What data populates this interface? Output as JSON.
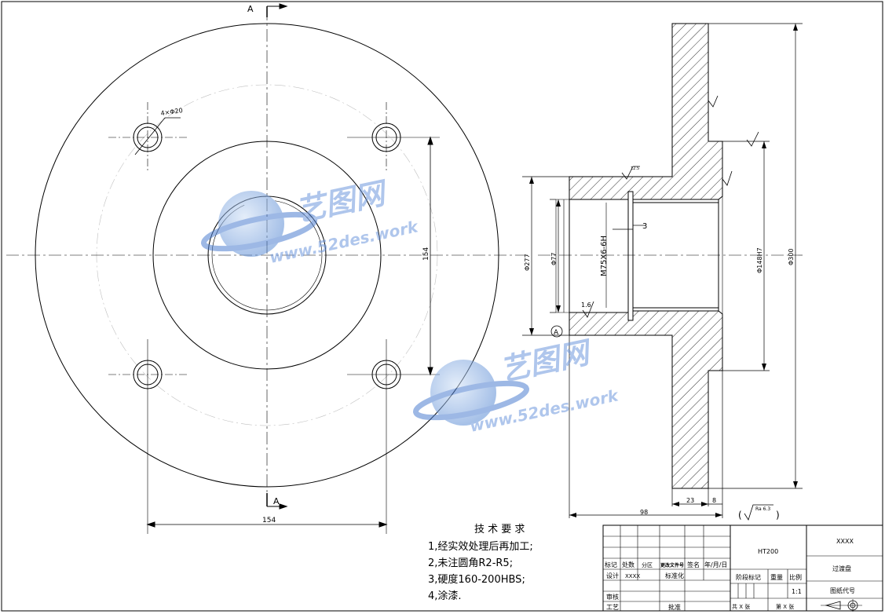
{
  "drawing": {
    "section_label_top": "A",
    "section_label_bottom": "A",
    "hole_note": "4×Φ20",
    "front_dim_vertical": "154",
    "front_dim_horizontal": "154",
    "datum_symbol": "A",
    "dim_d277_outer": "Φ277",
    "dim_d77": "Φ77",
    "thread": "M75X6-6H",
    "dim_3": "3",
    "dim_d148h7": "Φ148H7",
    "dim_d300": "Φ300",
    "dim_98": "98",
    "dim_23": "23",
    "dim_8": "8",
    "rough_16": "1.6",
    "rough_top": "12.5",
    "rough_general": "Ra 6.3",
    "paren_open": "(",
    "paren_close": ")"
  },
  "tech_requirements": {
    "title": "技 术 要 求",
    "items": [
      "1,经实效处理后再加工;",
      "2,未注圆角R2-R5;",
      "3,硬度160-200HBS;",
      "4,涂漆."
    ]
  },
  "title_block": {
    "material": "HT200",
    "code_top": "XXXX",
    "part_name": "过渡盘",
    "drawing_code_label": "图纸代号",
    "scale_value": "1:1",
    "col_mark": "标记",
    "col_count": "处数",
    "col_zone": "分区",
    "col_change_doc": "更改文件号",
    "col_sign": "签名",
    "col_date": "年/月/日",
    "designer": "设计",
    "designer_value": "XXXX",
    "standardize": "标准化",
    "stage_mark": "阶段标记",
    "weight": "重量",
    "scale": "比例",
    "review": "审核",
    "process": "工艺",
    "approve": "批准",
    "total_sheets": "共  X  张",
    "sheet_no": "第  X  张"
  },
  "watermark": {
    "brand": "艺图网",
    "url": "www.52des.work"
  }
}
